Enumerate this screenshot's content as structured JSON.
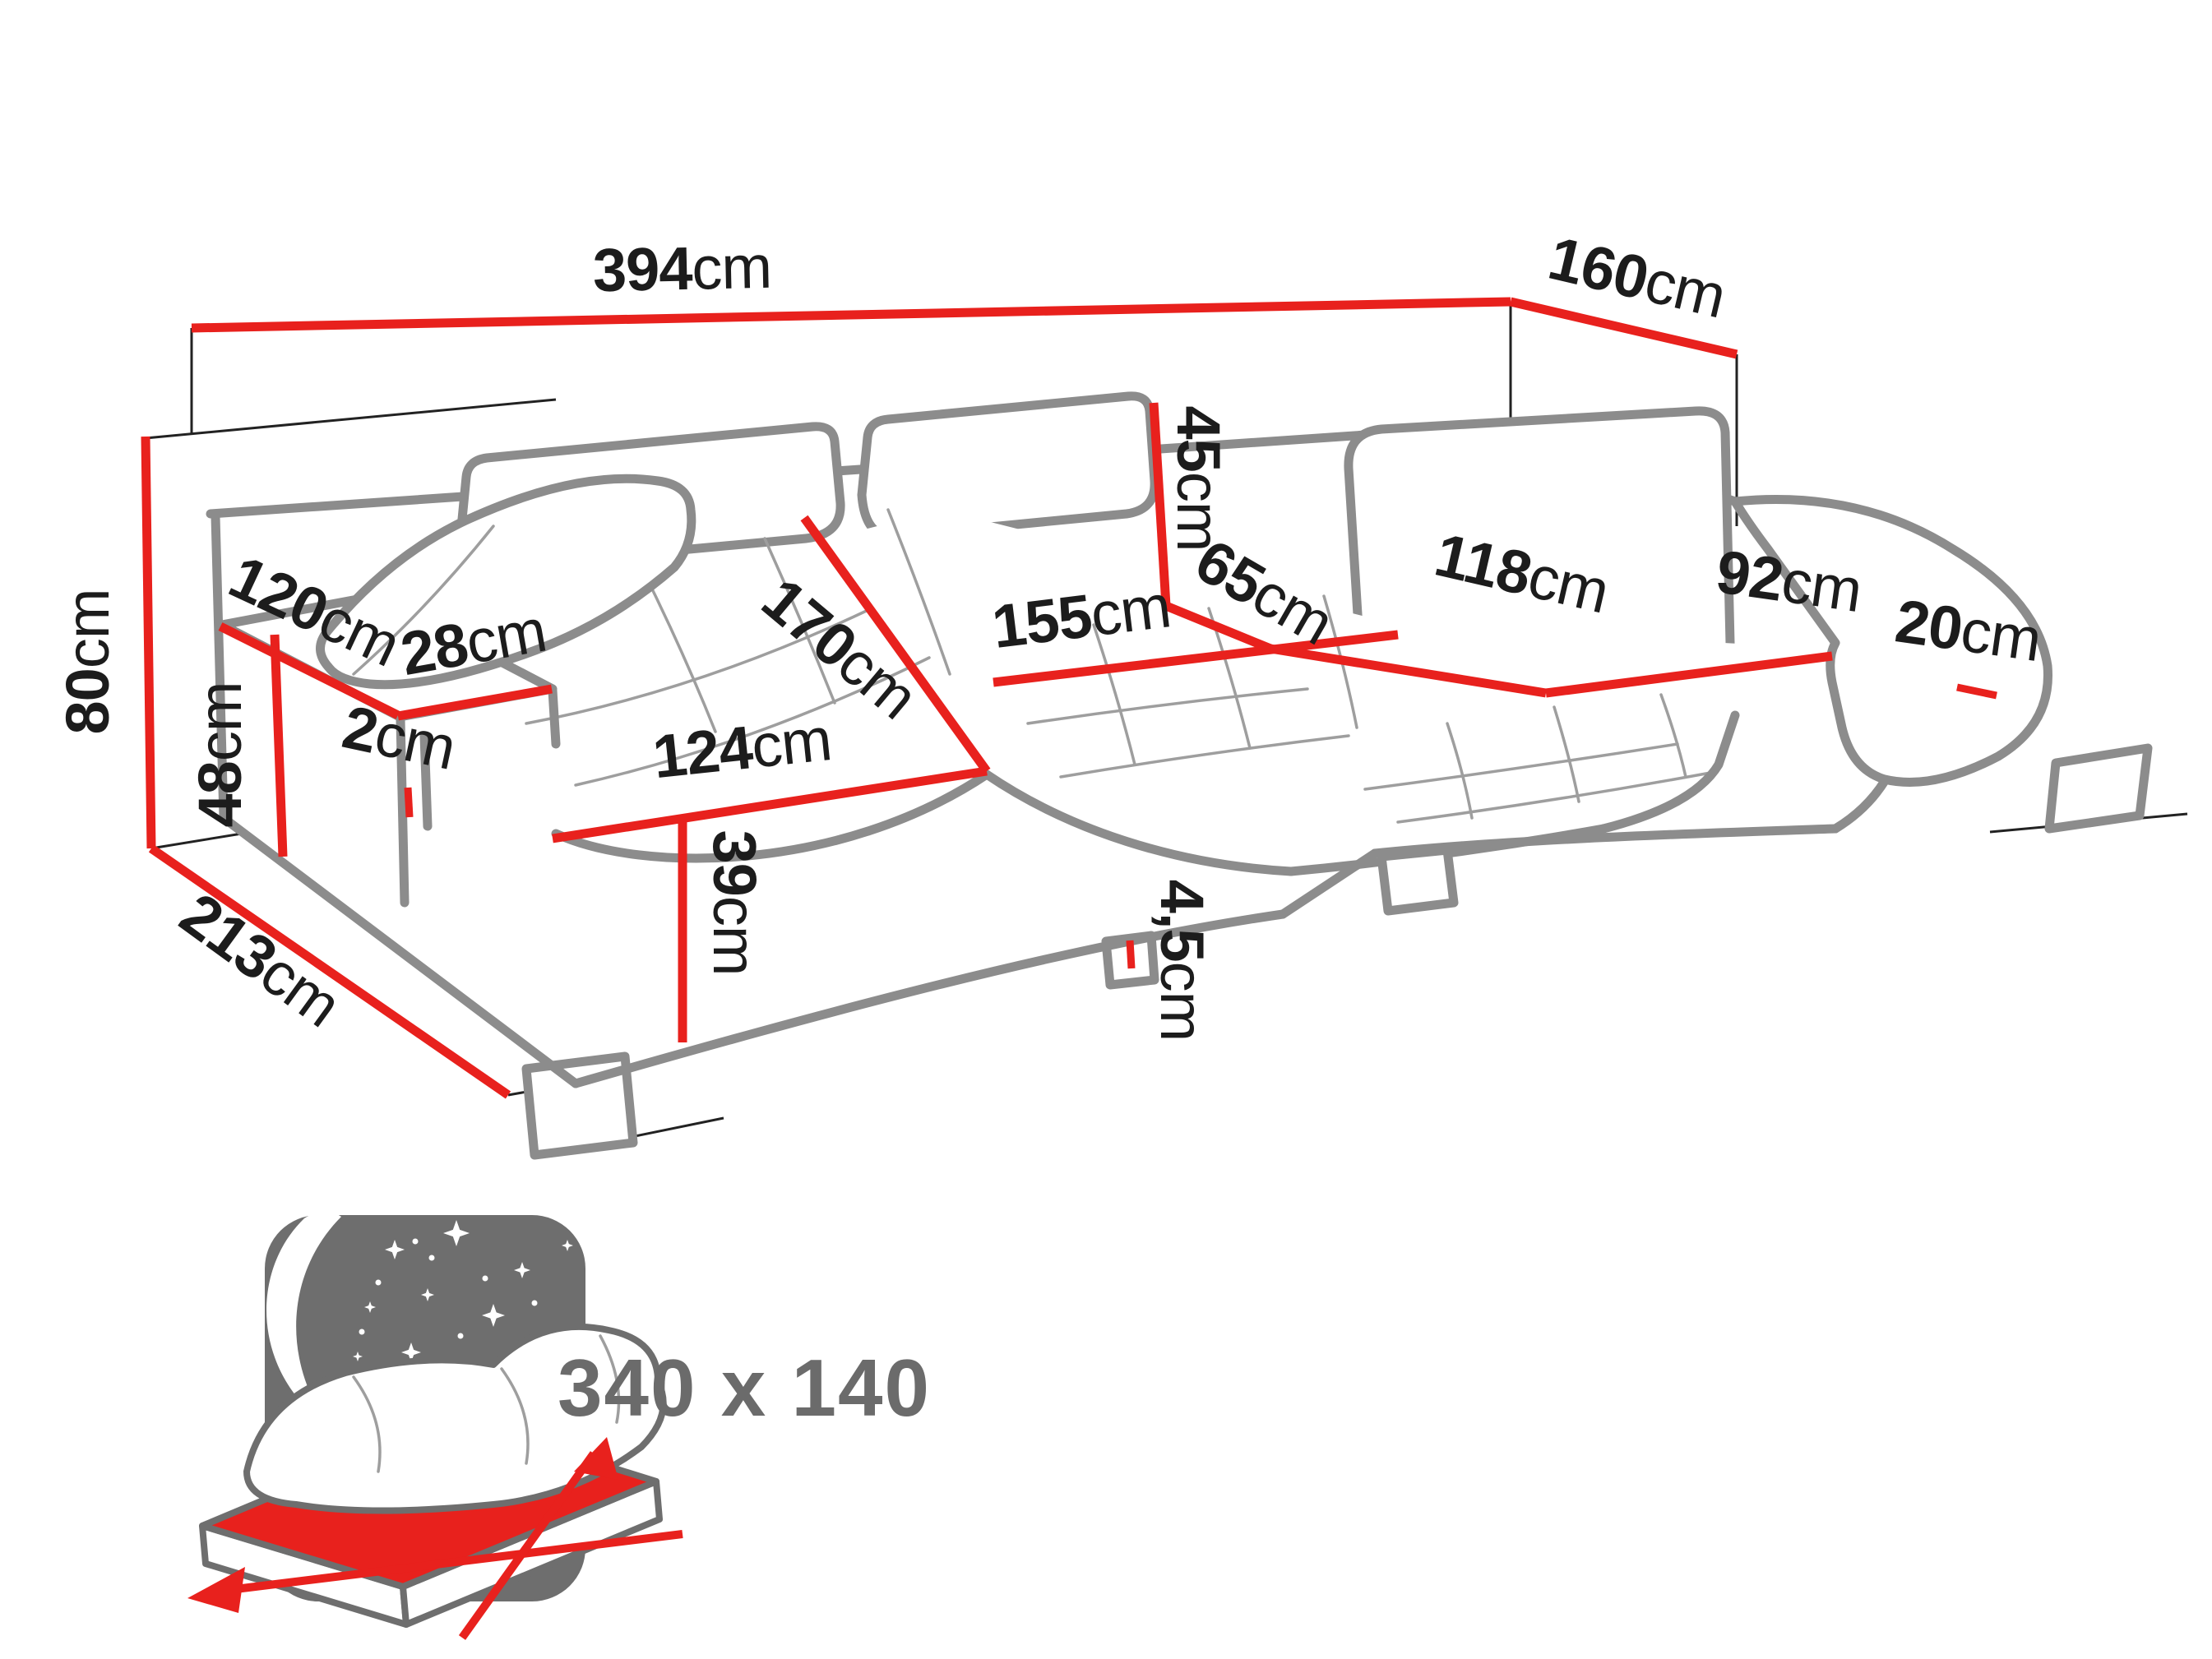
{
  "diagram": {
    "type": "corner-sofa-dimension-diagram",
    "unit": "cm",
    "colors": {
      "dimension_line": "#e8211d",
      "sofa_outline": "#8c8c8c",
      "label_text": "#1c1c1c",
      "icon_gray": "#6e6e6e",
      "icon_text": "#6b6b6b"
    },
    "dimensions": {
      "total_width": {
        "value": "394",
        "unit": "cm"
      },
      "total_depth_right": {
        "value": "160",
        "unit": "cm"
      },
      "total_height": {
        "value": "80",
        "unit": "cm"
      },
      "armrest_side_length": {
        "value": "120",
        "unit": "cm"
      },
      "armrest_top_width": {
        "value": "28",
        "unit": "cm"
      },
      "base_height": {
        "value": "48",
        "unit": "cm"
      },
      "armrest_seat_gap": {
        "value": "2",
        "unit": "cm"
      },
      "left_seat_depth": {
        "value": "170",
        "unit": "cm"
      },
      "left_seat_front": {
        "value": "124",
        "unit": "cm"
      },
      "center_seat_width": {
        "value": "155",
        "unit": "cm"
      },
      "backrest_height": {
        "value": "45",
        "unit": "cm"
      },
      "center_seat_depth": {
        "value": "65",
        "unit": "cm"
      },
      "right_seat_width": {
        "value": "118",
        "unit": "cm"
      },
      "right_seat_depth": {
        "value": "92",
        "unit": "cm"
      },
      "right_armrest_width": {
        "value": "20",
        "unit": "cm"
      },
      "side_length_left": {
        "value": "213",
        "unit": "cm"
      },
      "seat_height": {
        "value": "39",
        "unit": "cm"
      },
      "leg_height": {
        "value": "4,5",
        "unit": "cm"
      }
    },
    "sleep_icon": {
      "meaning": "sleeping-function-bed-size",
      "bed_size": "340 x 140"
    }
  }
}
